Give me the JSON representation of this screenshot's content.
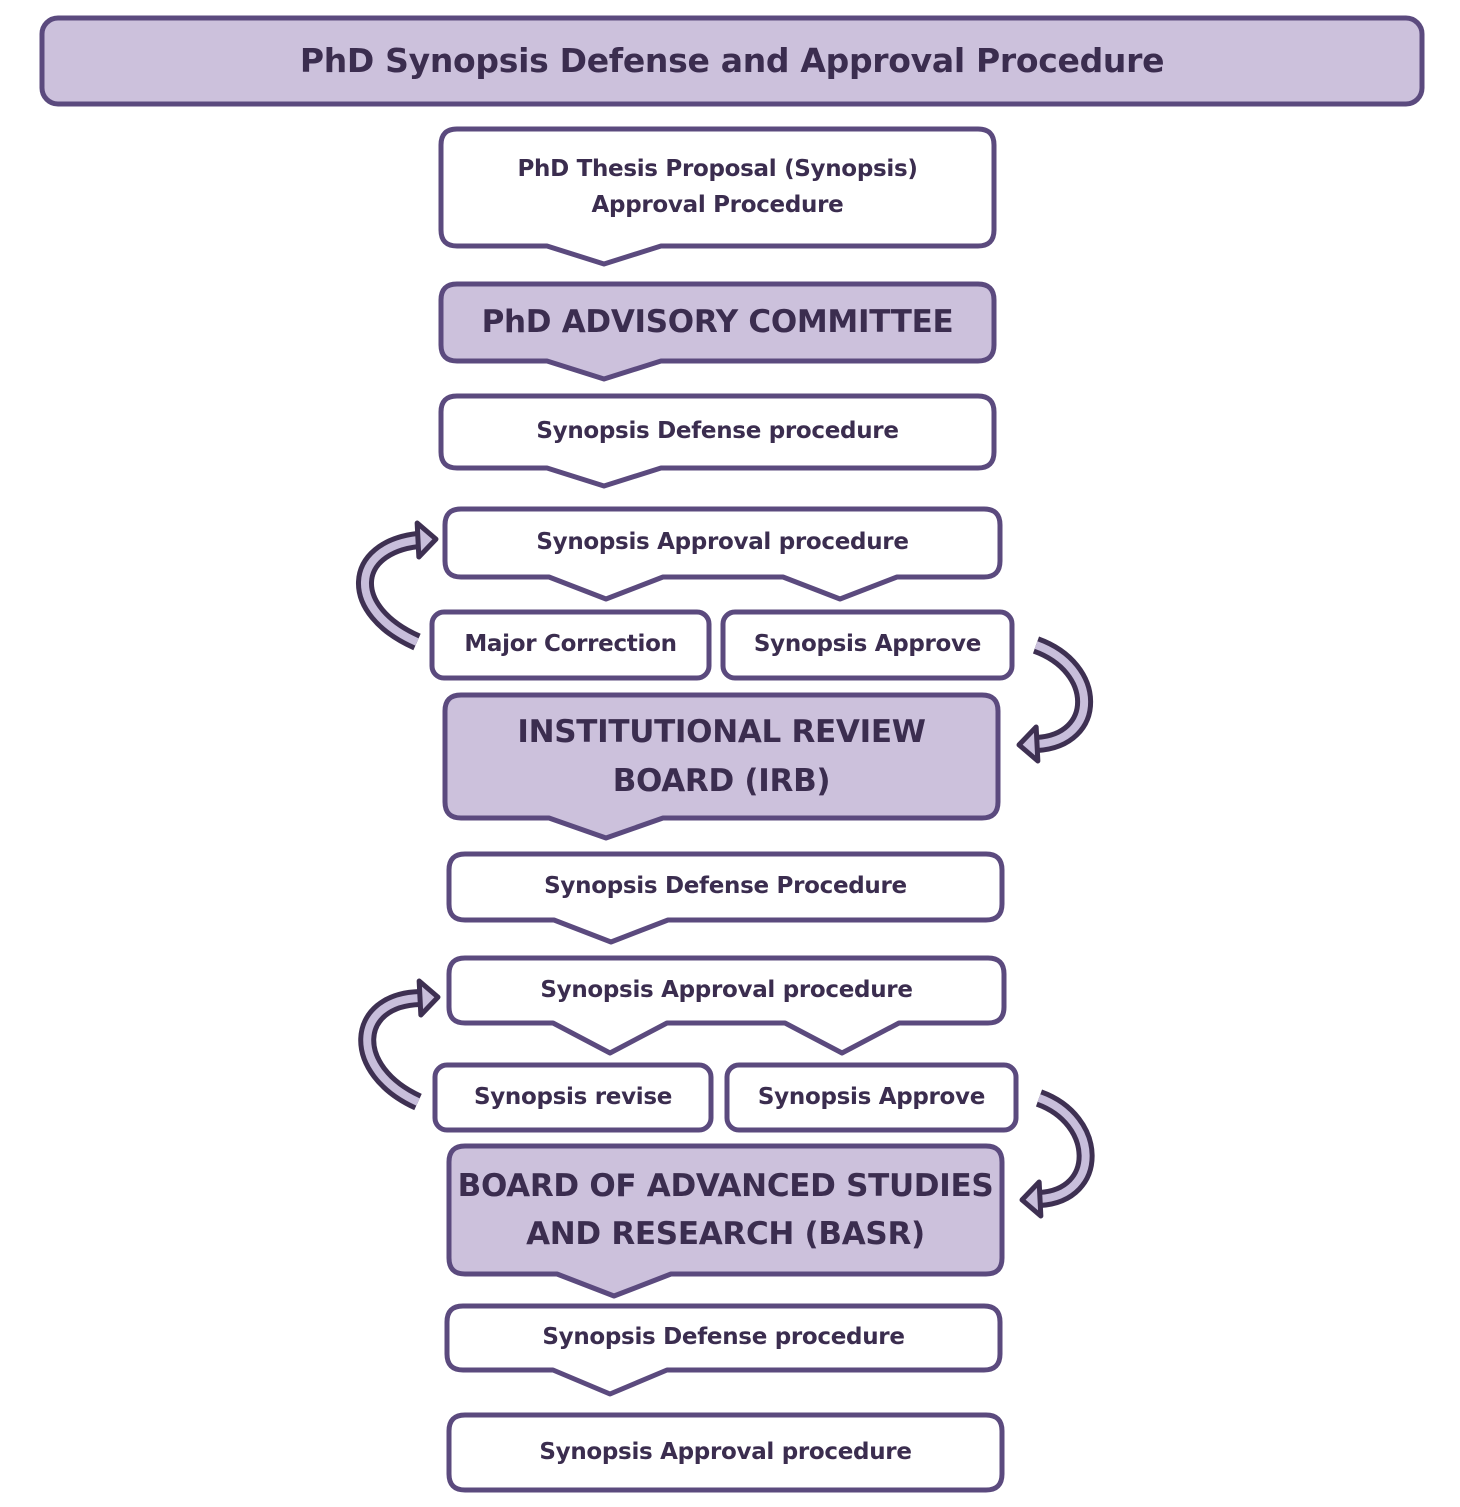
{
  "colors": {
    "stroke": "#5b4a7e",
    "fill_accent": "#ccc1dc",
    "fill_plain": "#ffffff",
    "text": "#3b2d4f",
    "arrow_fill": "#c8bedb",
    "arrow_stroke": "#3e3052"
  },
  "title": "PhD Synopsis Defense and Approval Procedure",
  "stages": [
    {
      "id": "proposal",
      "lines": [
        "PhD Thesis Proposal (Synopsis)",
        "Approval Procedure"
      ],
      "style": "plain"
    },
    {
      "id": "advisory-committee",
      "lines": [
        "PhD ADVISORY COMMITTEE"
      ],
      "style": "accent"
    },
    {
      "id": "advisory-defense",
      "lines": [
        "Synopsis Defense procedure"
      ],
      "style": "plain"
    },
    {
      "id": "advisory-approval",
      "lines": [
        "Synopsis Approval procedure"
      ],
      "style": "plain",
      "outcomes": [
        "Major Correction",
        "Synopsis Approve"
      ]
    },
    {
      "id": "irb",
      "lines": [
        "INSTITUTIONAL REVIEW",
        "BOARD (IRB)"
      ],
      "style": "accent"
    },
    {
      "id": "irb-defense",
      "lines": [
        "Synopsis Defense Procedure"
      ],
      "style": "plain"
    },
    {
      "id": "irb-approval",
      "lines": [
        "Synopsis Approval procedure"
      ],
      "style": "plain",
      "outcomes": [
        "Synopsis revise",
        "Synopsis Approve"
      ]
    },
    {
      "id": "basr",
      "lines": [
        "BOARD OF ADVANCED STUDIES",
        "AND RESEARCH (BASR)"
      ],
      "style": "accent"
    },
    {
      "id": "basr-defense",
      "lines": [
        "Synopsis Defense procedure"
      ],
      "style": "plain"
    },
    {
      "id": "basr-approval",
      "lines": [
        "Synopsis Approval procedure"
      ],
      "style": "plain"
    }
  ],
  "loops": [
    {
      "from": "Major Correction",
      "to": "Synopsis Approval procedure",
      "direction": "back"
    },
    {
      "from": "Synopsis Approve",
      "to": "INSTITUTIONAL REVIEW BOARD (IRB)",
      "direction": "forward"
    },
    {
      "from": "Synopsis revise",
      "to": "Synopsis Approval procedure",
      "direction": "back"
    },
    {
      "from": "Synopsis Approve",
      "to": "BOARD OF ADVANCED STUDIES AND RESEARCH (BASR)",
      "direction": "forward"
    }
  ]
}
